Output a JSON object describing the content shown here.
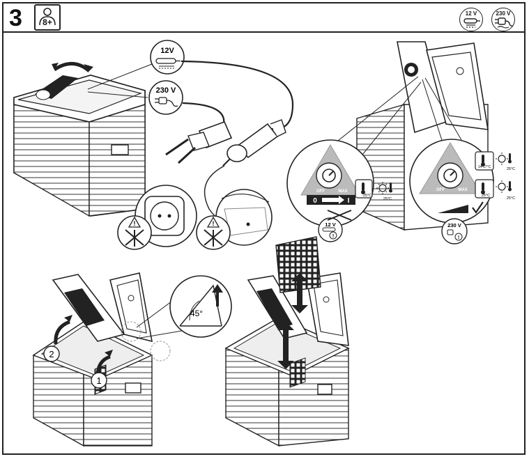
{
  "header": {
    "step_number": "3",
    "age_badge": "8+",
    "badge_12v": "12 V",
    "badge_230v": "230 V"
  },
  "top_left": {
    "bubble_12v": "12V",
    "bubble_230v": "230 V"
  },
  "top_right": {
    "left_dial": {
      "off_label": "OFF",
      "max_label": "MAX",
      "switch_0": "0",
      "switch_1": "I",
      "temp_cold": "25°C",
      "temp_ambient": "25°C"
    },
    "right_dial": {
      "off_label": "OFF",
      "max_label": "MAX",
      "temp_cold_1": "14-17°C",
      "temp_ambient_1": "25°C",
      "temp_cold_2": "25°C",
      "temp_ambient_2": "25°C"
    },
    "bubble_12v": "12 V",
    "bubble_230v": "230 V"
  },
  "bottom_left": {
    "angle_label": "45°",
    "step_1": "1",
    "step_2": "2"
  },
  "icons": [
    "person-icon",
    "car-plug-icon",
    "wall-plug-icon",
    "warning-icon",
    "thermometer-icon",
    "sun-icon",
    "check-icon"
  ]
}
